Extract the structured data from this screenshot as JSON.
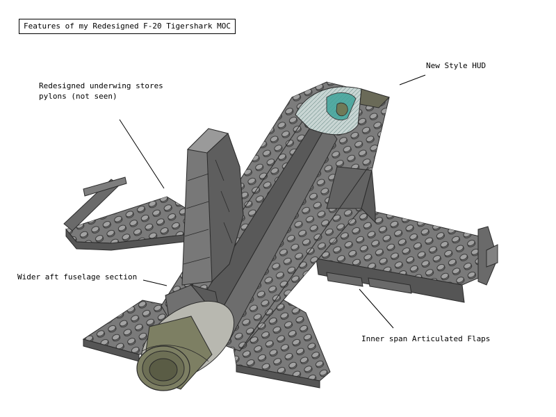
{
  "diagram": {
    "title": "Features of my Redesigned F-20 Tigershark MOC",
    "callouts": {
      "hud": "New Style HUD",
      "pylons": "Redesigned underwing stores\npylons (not seen)",
      "aft": "Wider aft fuselage section",
      "flaps": "Inner span Articulated Flaps"
    }
  },
  "colors": {
    "brick_light": "#8a8a8a",
    "brick_mid": "#6e6e6e",
    "brick_dark": "#4f4f4f",
    "outline": "#2a2a2a",
    "nozzle": "#7d7f63",
    "nozzle_dark": "#5a5c45",
    "canopy": "#3fa39a"
  }
}
